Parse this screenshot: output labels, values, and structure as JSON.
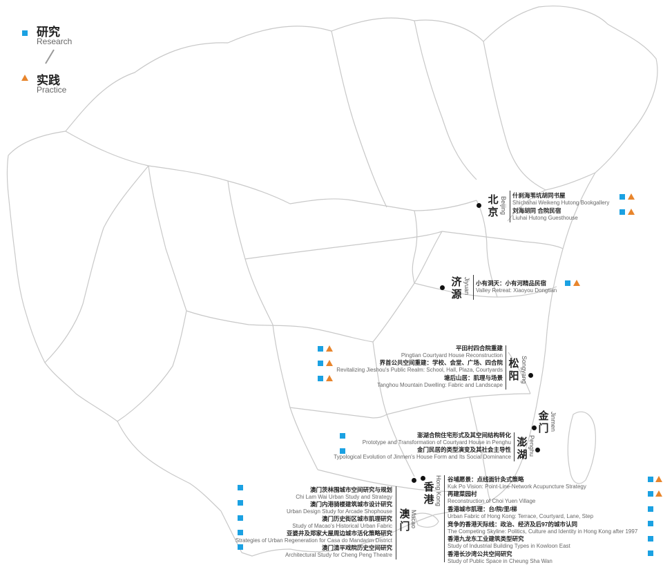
{
  "colors": {
    "research": "#1ba1e2",
    "practice": "#e8852c",
    "map_outline": "#c8c8c8",
    "dot": "#111111"
  },
  "legend": {
    "research_zh": "研究",
    "research_en": "Research",
    "practice_zh": "实践",
    "practice_en": "Practice",
    "research_icon": "square-icon",
    "practice_icon": "triangle-icon"
  },
  "cities": {
    "beijing": {
      "zh1": "北",
      "zh2": "京",
      "en": "Beijing"
    },
    "jiyuan": {
      "zh1": "济",
      "zh2": "源",
      "en": "Jiyuan"
    },
    "songyang": {
      "zh1": "松",
      "zh2": "阳",
      "en": "Songyang"
    },
    "jinmen": {
      "zh1": "金",
      "zh2": "门",
      "en": "Jinmen"
    },
    "penghu": {
      "zh1": "澎",
      "zh2": "湖",
      "en": "Penghu"
    },
    "hongkong": {
      "zh1": "香",
      "zh2": "港",
      "en": "Hong Kong"
    },
    "macao": {
      "zh1": "澳",
      "zh2": "门",
      "en": "Macao"
    }
  },
  "projects": {
    "beijing": [
      {
        "zh": "什刹海苇坑胡同书屋",
        "en": "Shichahai Weikeng Hutong Bookgallery"
      },
      {
        "zh": "刘海胡同 合院民宿",
        "en": "Liuhai Hutong Guesthouse"
      }
    ],
    "jiyuan": [
      {
        "zh": "小有洞天：小有河精品民宿",
        "en": "Valley Retreat: Xiaoyou Dongtian"
      }
    ],
    "songyang": [
      {
        "zh": "平田村四合院重建",
        "en": "Pingtian Courtyard House Reconstruction"
      },
      {
        "zh": "界首公共空间重建：学校、会堂、广场、四合院",
        "en": "Revitalizing Jieshou's Public Realm: School, Hall, Plaza, Courtyards"
      },
      {
        "zh": "塘后山居：肌理与场景",
        "en": "Tanghou Mountain Dwelling: Fabric and Landscape"
      }
    ],
    "penghu": [
      {
        "zh": "澎湖合院住宅形式及其空间结构转化",
        "en": "Prototype and Transformation of Courtyard House in Penghu"
      },
      {
        "zh": "金门民居的类型演变及其社会主导性",
        "en": "Typological Evolution of Jinmen's House Form and Its Social Dominance"
      }
    ],
    "hongkong": [
      {
        "zh": "谷埔愿景：点线面针灸式策略",
        "en": "Kuk Po Vision: Point-Line-Network Acupuncture Strategy"
      },
      {
        "zh": "再建菜园村",
        "en": "Reconstruction of Choi Yuen Village"
      },
      {
        "zh": "香港城市肌理：台/院/里/梯",
        "en": "Urban Fabric of Hong Kong: Terrace, Courtyard, Lane, Step"
      },
      {
        "zh": "竞争的香港天际线：政治、经济及后97的城市认同",
        "en": "The Competing Skyline: Politics, Culture and Identity in Hong Kong after 1997"
      },
      {
        "zh": "香港九龙东工业建筑类型研究",
        "en": "Study of Industrial Building Types in Kowloon East"
      },
      {
        "zh": "香港长沙湾公共空间研究",
        "en": "Study of Public Space in Cheung Sha Wan"
      }
    ],
    "macao": [
      {
        "zh": "澳门茨林围城市空间研究与规划",
        "en": "Chi Lam Wai Urban Study and Strategy"
      },
      {
        "zh": "澳门内港骑楼建筑城市设计研究",
        "en": "Urban Design Study for Arcade Shophouse"
      },
      {
        "zh": "澳门历史街区城市肌理研究",
        "en": "Study of Macao's Historical Urban Fabric"
      },
      {
        "zh": "亚婆井及郑家大屋周边城市活化策略研究",
        "en": "Strategies of Urban Regeneration for Casa do Mandarim District"
      },
      {
        "zh": "澳门清平戏院历史空间研究",
        "en": "Architectural Study for Cheng Peng Theatre"
      }
    ]
  }
}
